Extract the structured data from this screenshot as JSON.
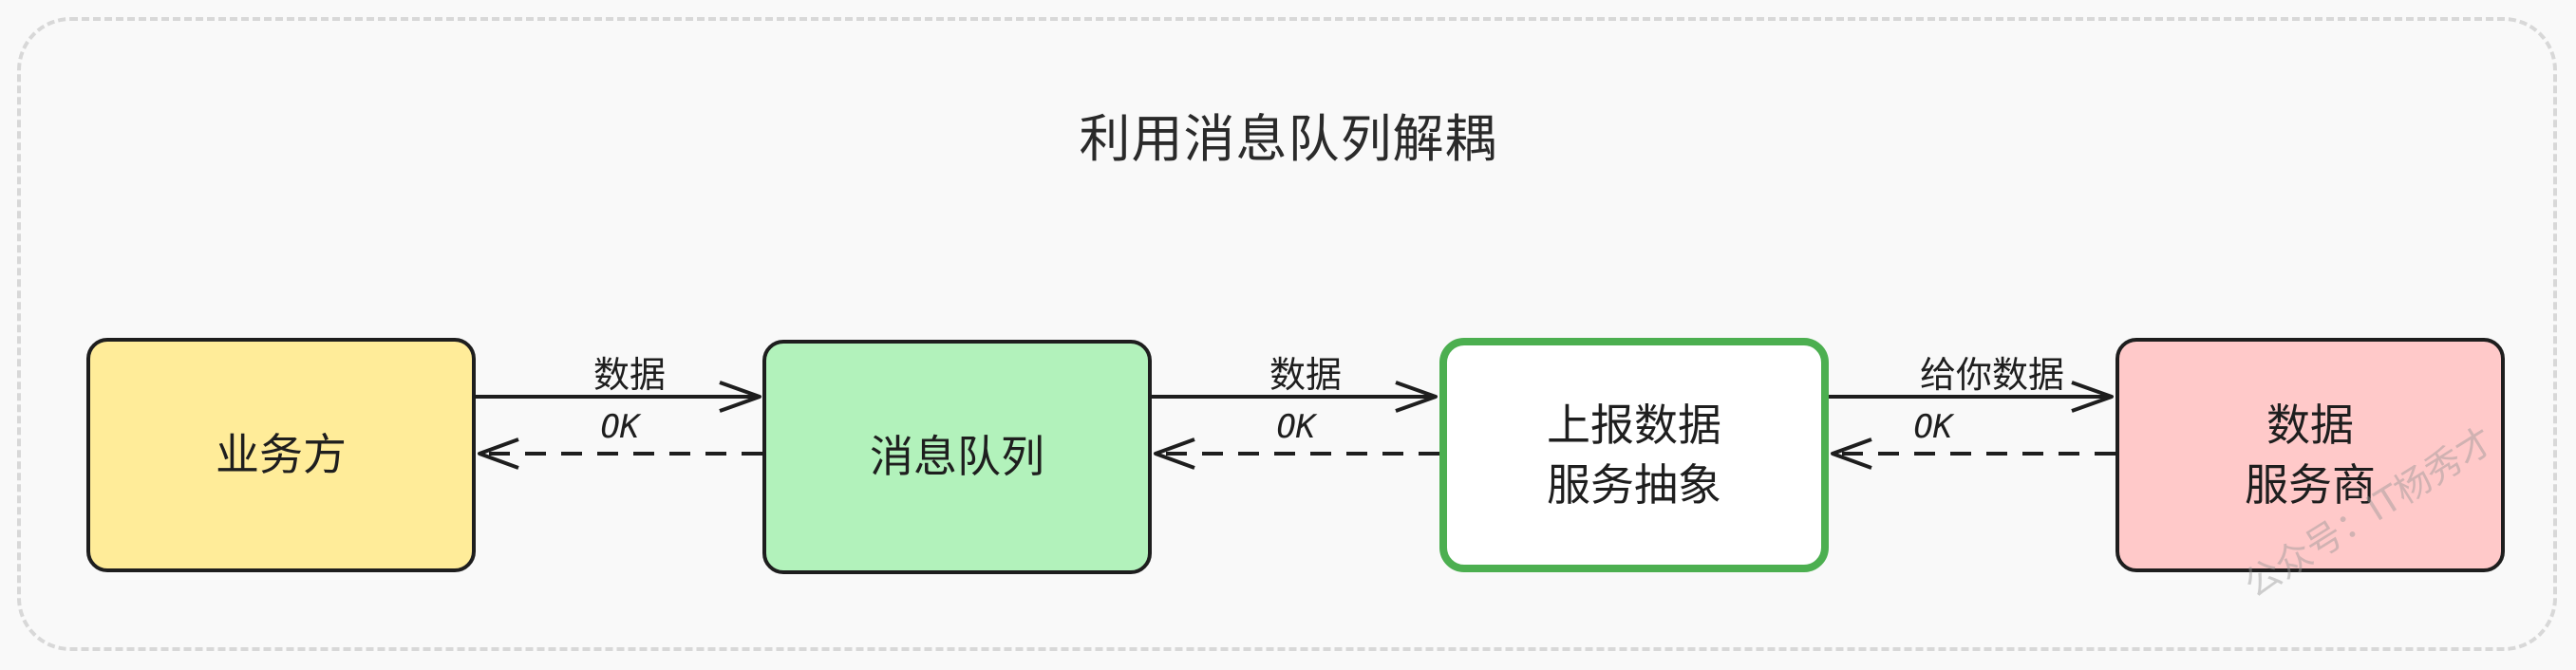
{
  "diagram": {
    "title": "利用消息队列解耦",
    "nodes": [
      {
        "id": "business",
        "lines": [
          "业务方"
        ],
        "fill": "#ffec99",
        "border": "#1e1e1e"
      },
      {
        "id": "queue",
        "lines": [
          "消息队列"
        ],
        "fill": "#b2f2bb",
        "border": "#1e1e1e"
      },
      {
        "id": "report",
        "lines": [
          "上报数据",
          "服务抽象"
        ],
        "fill": "#ffffff",
        "border": "#4caf50"
      },
      {
        "id": "provider",
        "lines": [
          "数据",
          "服务商"
        ],
        "fill": "#ffc9c9",
        "border": "#1e1e1e"
      }
    ],
    "edges": [
      {
        "from": "business",
        "to": "queue",
        "label": "数据",
        "style": "solid"
      },
      {
        "from": "queue",
        "to": "business",
        "label": "OK",
        "style": "dashed"
      },
      {
        "from": "queue",
        "to": "report",
        "label": "数据",
        "style": "solid"
      },
      {
        "from": "report",
        "to": "queue",
        "label": "OK",
        "style": "dashed"
      },
      {
        "from": "report",
        "to": "provider",
        "label": "给你数据",
        "style": "solid"
      },
      {
        "from": "provider",
        "to": "report",
        "label": "OK",
        "style": "dashed"
      }
    ]
  },
  "watermark": "公众号：IT杨秀才"
}
